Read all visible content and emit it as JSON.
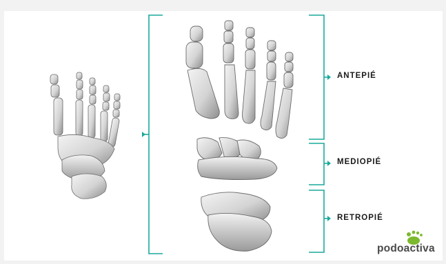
{
  "regions": {
    "forefoot": "ANTEPIÉ",
    "midfoot": "MEDIOPIÉ",
    "hindfoot": "RETROPIÉ"
  },
  "brand": {
    "name": "podoactiva",
    "logo_icon": "foot-print-logo"
  },
  "colors": {
    "bracket": "#1aa99b",
    "bone_light": "#ececec",
    "bone_shade": "#8e8e8e",
    "brand_green": "#7cb92e"
  }
}
